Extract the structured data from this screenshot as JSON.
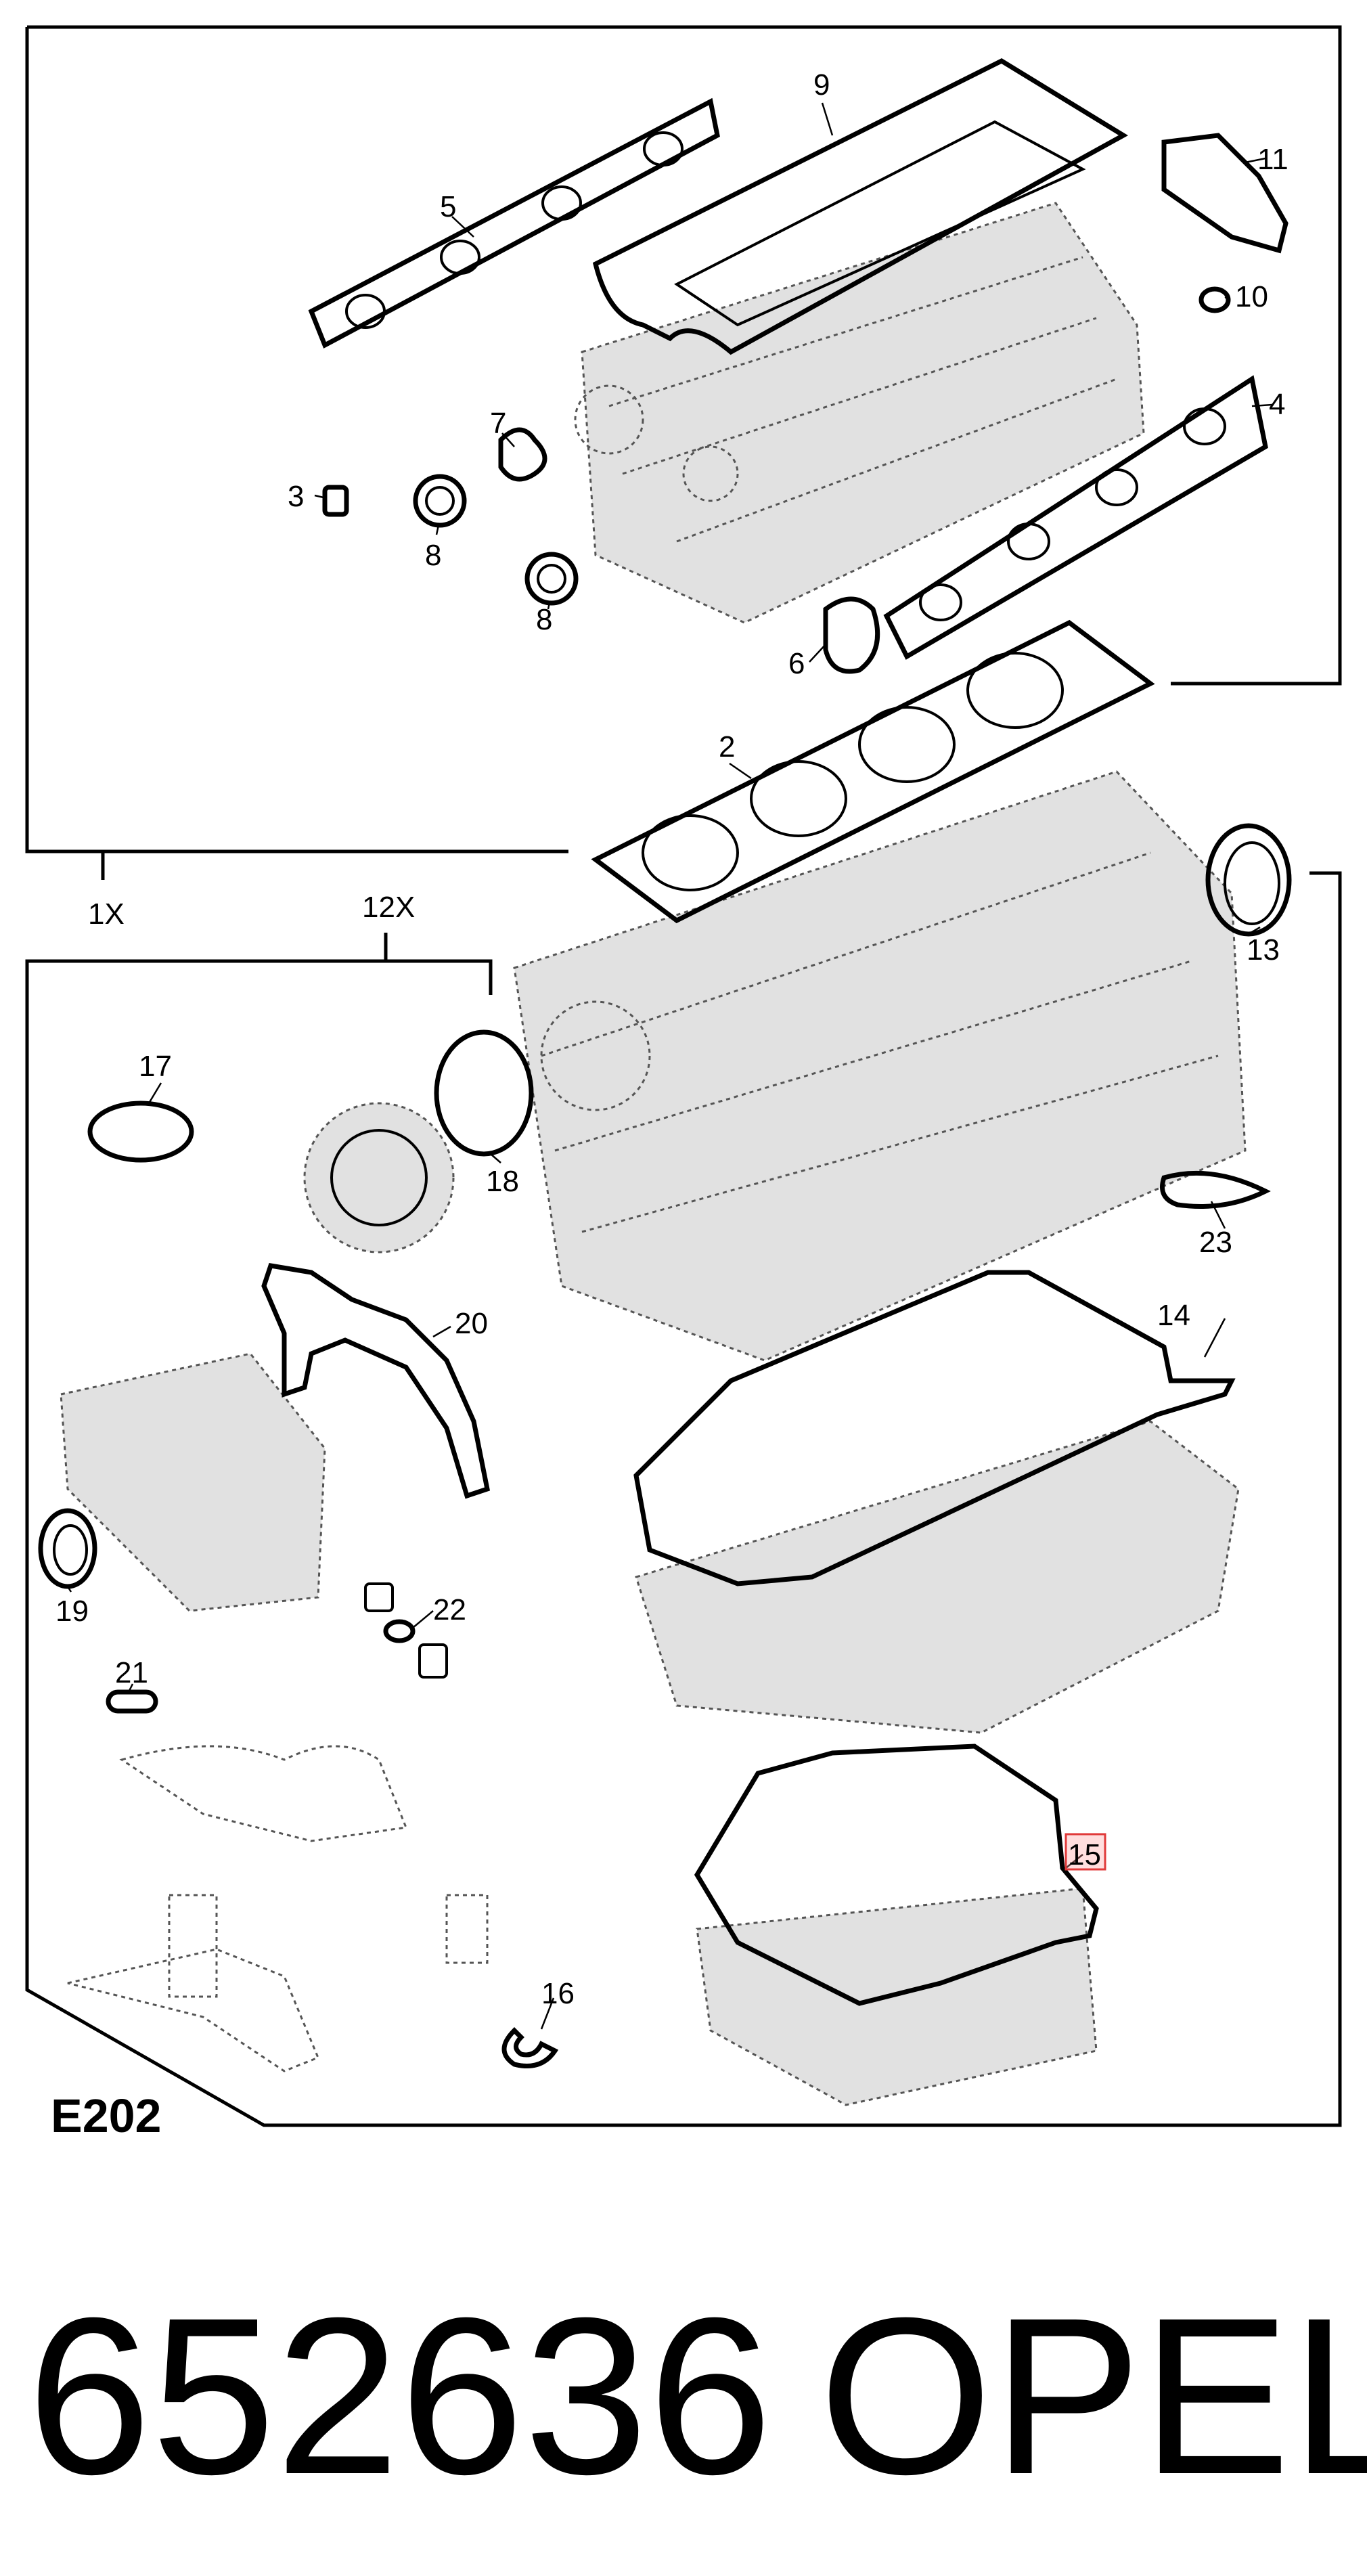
{
  "diagram": {
    "code": "E202",
    "set_labels": {
      "upper": "1X",
      "lower": "12X"
    },
    "callouts": [
      {
        "id": "2",
        "label": "2"
      },
      {
        "id": "3",
        "label": "3"
      },
      {
        "id": "4",
        "label": "4"
      },
      {
        "id": "5",
        "label": "5"
      },
      {
        "id": "6",
        "label": "6"
      },
      {
        "id": "7",
        "label": "7"
      },
      {
        "id": "8a",
        "label": "8"
      },
      {
        "id": "8b",
        "label": "8"
      },
      {
        "id": "9",
        "label": "9"
      },
      {
        "id": "10",
        "label": "10"
      },
      {
        "id": "11",
        "label": "11"
      },
      {
        "id": "13",
        "label": "13"
      },
      {
        "id": "14",
        "label": "14"
      },
      {
        "id": "15",
        "label": "15",
        "highlighted": true
      },
      {
        "id": "16",
        "label": "16"
      },
      {
        "id": "17",
        "label": "17"
      },
      {
        "id": "18",
        "label": "18"
      },
      {
        "id": "19",
        "label": "19"
      },
      {
        "id": "20",
        "label": "20"
      },
      {
        "id": "21",
        "label": "21"
      },
      {
        "id": "22",
        "label": "22"
      },
      {
        "id": "23",
        "label": "23"
      }
    ],
    "highlight_color": "#e03a3a"
  },
  "footer": {
    "part_number": "652636",
    "brand": "OPEL"
  }
}
